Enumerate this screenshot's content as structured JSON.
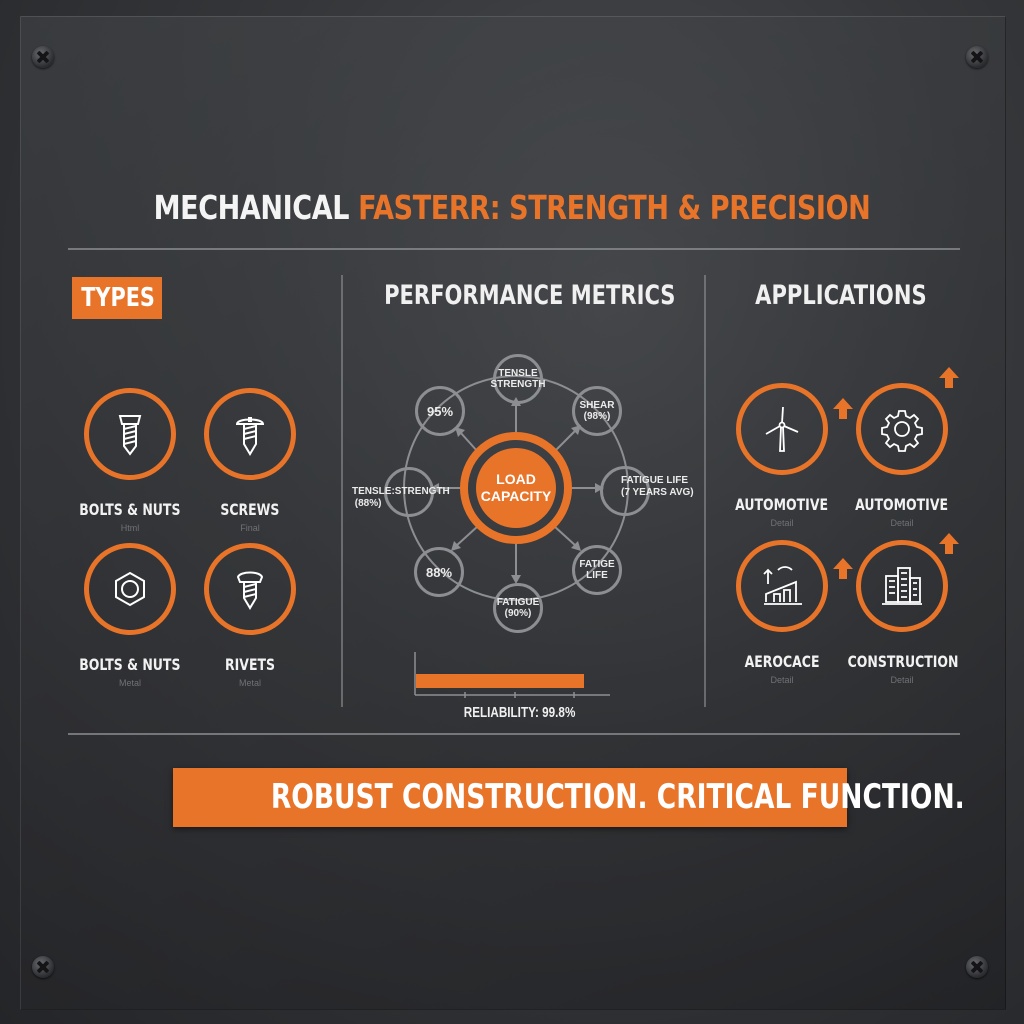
{
  "title": {
    "white": "MECHANICAL ",
    "orange": "FASTERR: STRENGTH & PRECISION"
  },
  "colors": {
    "accent": "#e8742a",
    "background": "#35373a",
    "text": "#f2f2f2",
    "line": "#8d8f92"
  },
  "types": {
    "heading": "TYPES",
    "items": [
      {
        "label": "BOLTS & NUTS",
        "sub": "Html",
        "icon": "bolt-icon"
      },
      {
        "label": "SCREWS",
        "sub": "Final",
        "icon": "screw-icon"
      },
      {
        "label": "BOLTS & NUTS",
        "sub": "Metal",
        "icon": "hex-nut-icon"
      },
      {
        "label": "RIVETS",
        "sub": "Metal",
        "icon": "rivet-icon"
      }
    ]
  },
  "metrics": {
    "heading": "PERFORMANCE METRICS",
    "center": {
      "line1": "LOAD",
      "line2": "CAPACITY"
    },
    "nodes": {
      "top": {
        "line1": "TENSLE",
        "line2": "STRENGTH"
      },
      "top_left": {
        "line1": "95%"
      },
      "top_right": {
        "line1": "SHEAR",
        "line2": "(98%)"
      },
      "left": {
        "line1": "TENSLE:STRENGTH",
        "line2": "(88%)"
      },
      "right": {
        "line1": "FATIGUE LIFE",
        "line2": "(7 YEARS AVG)"
      },
      "bottom_left": {
        "line1": "88%"
      },
      "bottom_right": {
        "line1": "FATIGE",
        "line2": "LIFE"
      },
      "bottom": {
        "line1": "FATIGUE",
        "line2": "(90%)"
      }
    },
    "reliability": {
      "label": "RELIABILITY: 99.8%",
      "value": 99.8
    }
  },
  "applications": {
    "heading": "APPLICATIONS",
    "items": [
      {
        "label": "AUTOMOTIVE",
        "sub": "Detail",
        "icon": "wind-turbine-icon"
      },
      {
        "label": "AUTOMOTIVE",
        "sub": "Detail",
        "icon": "gear-icon"
      },
      {
        "label": "AEROCACE",
        "sub": "Detail",
        "icon": "growth-chart-icon"
      },
      {
        "label": "CONSTRUCTION",
        "sub": "Detail",
        "icon": "buildings-icon"
      }
    ]
  },
  "tagline": "ROBUST CONSTRUCTION. CRITICAL FUNCTION."
}
